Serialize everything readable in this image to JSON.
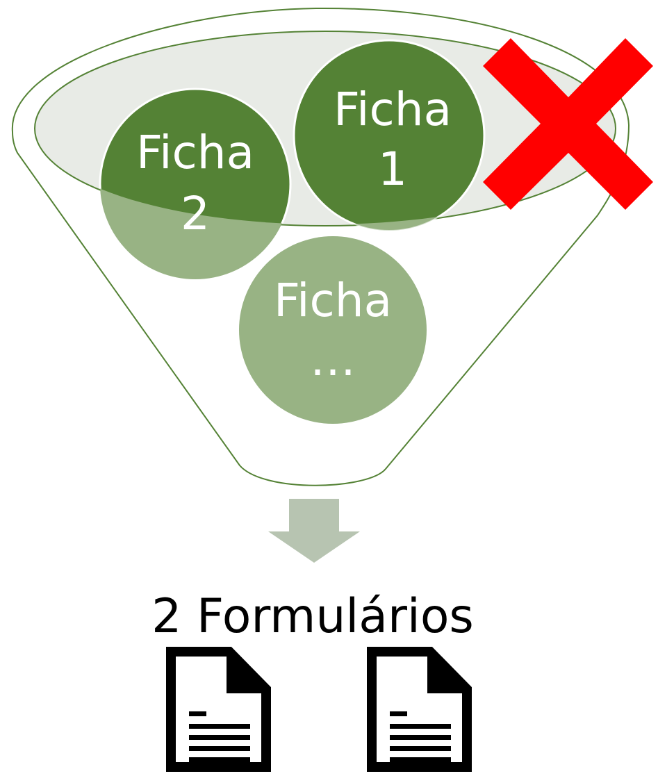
{
  "funnel": {
    "circles": [
      {
        "line1": "Ficha",
        "line2": "1"
      },
      {
        "line1": "Ficha",
        "line2": "2"
      },
      {
        "line1": "Ficha",
        "line2": "…"
      }
    ]
  },
  "result": {
    "label": "2 Formulários"
  },
  "colors": {
    "dark_green": "#548235",
    "light_green": "#98b384",
    "funnel_fill": "#e8ebe6",
    "funnel_stroke": "#548235",
    "arrow": "#b7c4b1",
    "red_x": "#ff0000",
    "doc_stroke": "#000000"
  },
  "icons": {
    "rejected": "red-x-icon",
    "document": "document-icon"
  }
}
